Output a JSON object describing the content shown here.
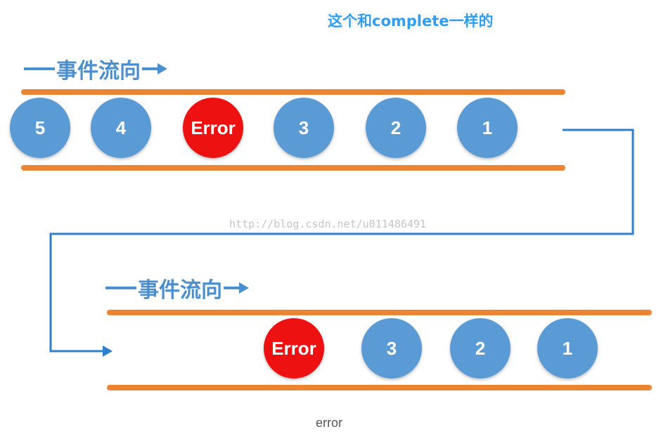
{
  "note": "这个和complete一样的",
  "flow_label": "事件流向",
  "top_stream": {
    "items": [
      "5",
      "4",
      "Error",
      "3",
      "2",
      "1"
    ]
  },
  "bottom_stream": {
    "items": [
      "Error",
      "3",
      "2",
      "1"
    ]
  },
  "watermark": "http://blog.csdn.net/u011486491",
  "caption": "error",
  "colors": {
    "rail": "#ec8533",
    "ball": "#5b9bd5",
    "error_ball": "#ee1111",
    "flow_label": "#4a8fd0",
    "connector": "#2f7fcf",
    "note": "#2d9ef2"
  }
}
